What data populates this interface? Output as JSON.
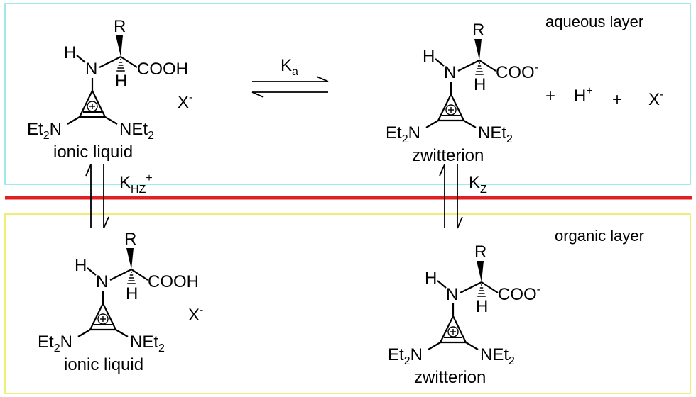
{
  "layers": {
    "aqueous": {
      "label": "aqueous layer",
      "color": "#7fe3e3"
    },
    "organic": {
      "label": "organic layer",
      "color": "#e8e84a"
    },
    "interface_color": "#e02020"
  },
  "equilibria": {
    "ka": {
      "main": "K",
      "sub": "a"
    },
    "khz": {
      "main": "K",
      "sub": "HZ",
      "sup": "+"
    },
    "kz": {
      "main": "K",
      "sub": "Z"
    }
  },
  "molecules": {
    "top_left": {
      "R": "R",
      "H_n": "H",
      "N": "N",
      "H_c": "H",
      "acid": "COOH",
      "left_amine": {
        "main": "Et",
        "sub": "2",
        "tail": "N"
      },
      "right_amine": {
        "main": "NEt",
        "sub": "2"
      },
      "name": "ionic liquid",
      "counterion": {
        "main": "X",
        "sup": "-"
      }
    },
    "top_right": {
      "R": "R",
      "H_n": "H",
      "N": "N",
      "H_c": "H",
      "acid": {
        "main": "COO",
        "sup": "-"
      },
      "left_amine": {
        "main": "Et",
        "sub": "2",
        "tail": "N"
      },
      "right_amine": {
        "main": "NEt",
        "sub": "2"
      },
      "name": "zwitterion"
    },
    "bottom_left": {
      "R": "R",
      "H_n": "H",
      "N": "N",
      "H_c": "H",
      "acid": "COOH",
      "left_amine": {
        "main": "Et",
        "sub": "2",
        "tail": "N"
      },
      "right_amine": {
        "main": "NEt",
        "sub": "2"
      },
      "name": "ionic liquid",
      "counterion": {
        "main": "X",
        "sup": "-"
      }
    },
    "bottom_right": {
      "R": "R",
      "H_n": "H",
      "N": "N",
      "H_c": "H",
      "acid": {
        "main": "COO",
        "sup": "-"
      },
      "left_amine": {
        "main": "Et",
        "sub": "2",
        "tail": "N"
      },
      "right_amine": {
        "main": "NEt",
        "sub": "2"
      },
      "name": "zwitterion"
    }
  },
  "products": {
    "plus1": "+",
    "proton": {
      "main": "H",
      "sup": "+"
    },
    "plus2": "+",
    "anion": {
      "main": "X",
      "sup": "-"
    }
  }
}
